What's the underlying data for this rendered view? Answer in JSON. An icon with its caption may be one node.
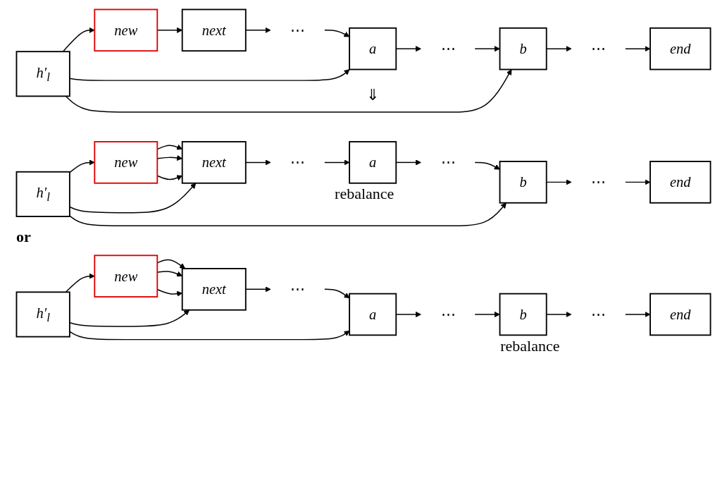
{
  "diagram": {
    "nodes": [
      {
        "text": [
          "h′$_{l}$"
        ]
      },
      {
        "text": [
          "new"
        ]
      },
      {
        "text": [
          "next"
        ]
      },
      {
        "text": [
          "⋯"
        ]
      },
      {
        "text": [
          "a"
        ]
      },
      {
        "text": [
          "⋯"
        ]
      },
      {
        "text": [
          "b"
        ]
      },
      {
        "text": [
          "⋯"
        ]
      },
      {
        "text": [
          "end"
        ]
      },
      {
        "text": [
          "h′$_{l}$"
        ]
      },
      {
        "text": [
          "new"
        ]
      },
      {
        "text": [
          "next"
        ]
      },
      {
        "text": [
          "⋯"
        ]
      },
      {
        "text": [
          "a"
        ]
      },
      {
        "text": [
          "⋯"
        ]
      },
      {
        "text": [
          "b"
        ]
      },
      {
        "text": [
          "⋯"
        ]
      },
      {
        "text": [
          "end"
        ]
      },
      {
        "text": [
          "h′$_{l}$"
        ]
      },
      {
        "text": [
          "new"
        ]
      },
      {
        "text": [
          "next"
        ]
      },
      {
        "text": [
          "⋯"
        ]
      },
      {
        "text": [
          "a"
        ]
      },
      {
        "text": [
          "⋯"
        ]
      },
      {
        "text": [
          "b"
        ]
      },
      {
        "text": [
          "⋯"
        ]
      },
      {
        "text": [
          "end"
        ]
      }
    ],
    "edges": [
      {
        "from": 0,
        "to": 1,
        "arrow": "to"
      },
      {
        "from": 1,
        "to": 2,
        "arrow": "to"
      },
      {
        "from": 2,
        "to": 3,
        "arrow": "to"
      },
      {
        "from": 3,
        "to": 4,
        "arrow": "to"
      },
      {
        "from": 4,
        "to": 5,
        "arrow": "to"
      },
      {
        "from": 5,
        "to": 6,
        "arrow": "to"
      },
      {
        "from": 6,
        "to": 7,
        "arrow": "to"
      },
      {
        "from": 7,
        "to": 8,
        "arrow": "to"
      },
      {
        "from": 0,
        "to": 4,
        "arrow": "to"
      },
      {
        "from": 0,
        "to": 6,
        "arrow": "to"
      },
      {
        "from": 9,
        "to": 10,
        "arrow": "to"
      },
      {
        "from": 10,
        "to": 11,
        "arrow": "to"
      },
      {
        "from": 11,
        "to": 12,
        "arrow": "to"
      },
      {
        "from": 12,
        "to": 13,
        "arrow": "to"
      },
      {
        "from": 13,
        "to": 14,
        "arrow": "to"
      },
      {
        "from": 14,
        "to": 15,
        "arrow": "to"
      },
      {
        "from": 15,
        "to": 16,
        "arrow": "to"
      },
      {
        "from": 16,
        "to": 17,
        "arrow": "to"
      },
      {
        "from": 9,
        "to": 11,
        "arrow": "to"
      },
      {
        "from": 9,
        "to": 15,
        "arrow": "to"
      },
      {
        "from": 10,
        "to": 11,
        "arrow": "to"
      },
      {
        "from": 10,
        "to": 11,
        "arrow": "to"
      },
      {
        "from": 18,
        "to": 19,
        "arrow": "to"
      },
      {
        "from": 19,
        "to": 20,
        "arrow": "to"
      },
      {
        "from": 20,
        "to": 21,
        "arrow": "to"
      },
      {
        "from": 21,
        "to": 22,
        "arrow": "to"
      },
      {
        "from": 22,
        "to": 23,
        "arrow": "to"
      },
      {
        "from": 23,
        "to": 24,
        "arrow": "to"
      },
      {
        "from": 24,
        "to": 25,
        "arrow": "to"
      },
      {
        "from": 25,
        "to": 26,
        "arrow": "to"
      },
      {
        "from": 18,
        "to": 20,
        "arrow": "to"
      },
      {
        "from": 18,
        "to": 22,
        "arrow": "to"
      },
      {
        "from": 19,
        "to": 20,
        "arrow": "to"
      },
      {
        "from": 19,
        "to": 20,
        "arrow": "to"
      }
    ],
    "labels": [
      "⇓",
      "rebalance",
      "or",
      "rebalance"
    ]
  }
}
